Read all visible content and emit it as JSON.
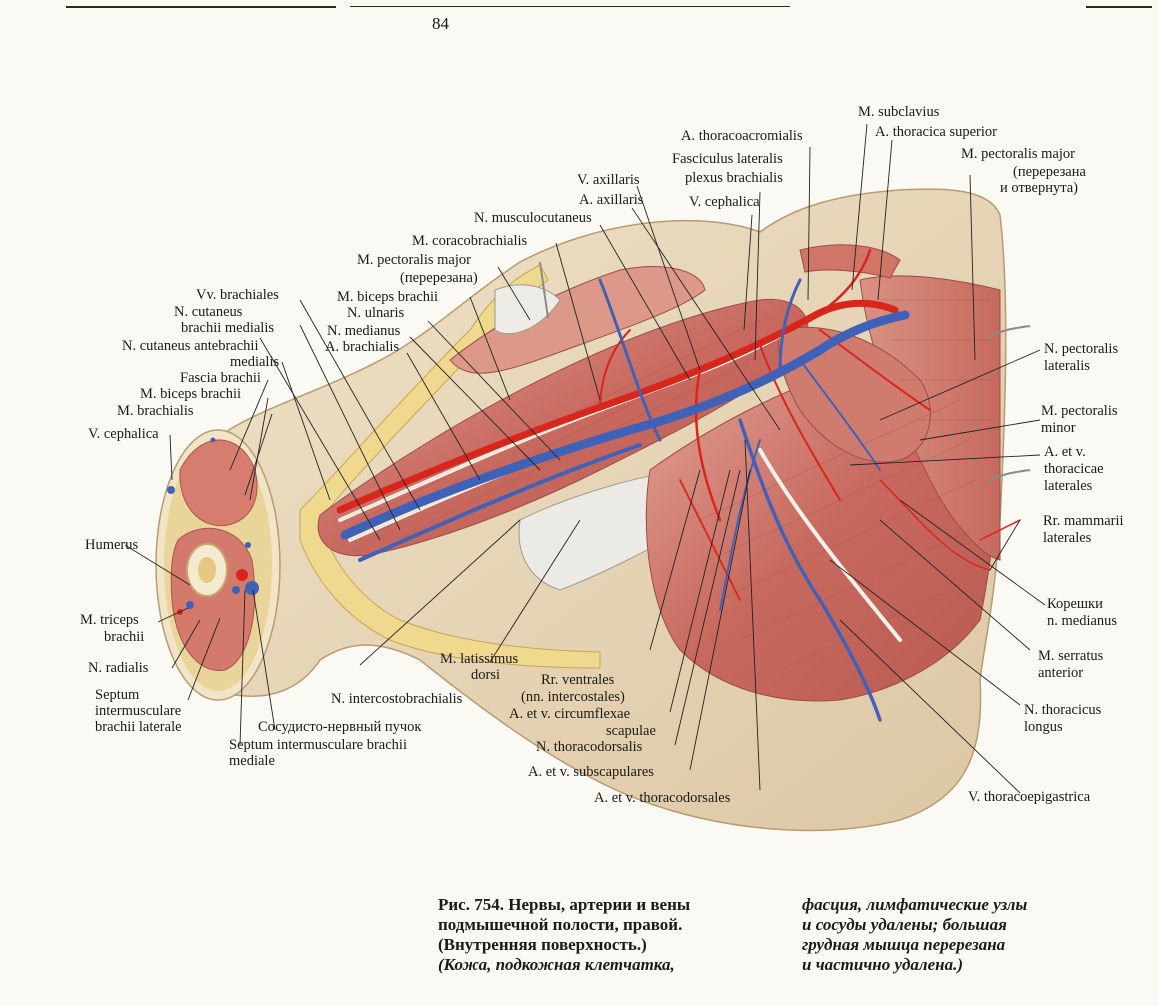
{
  "page": {
    "number": "84"
  },
  "labels": {
    "m_subclavius": "M. subclavius",
    "a_thoracoacromialis": "A. thoracoacromialis",
    "a_thoracica_superior": "A. thoracica superior",
    "m_pectoralis_major_right": "M. pectoralis major",
    "pect_major_note_1": "(перерезана",
    "pect_major_note_2": "и отвернута)",
    "fasciculus_lateralis": "Fasciculus lateralis",
    "plexus_brachialis": "plexus brachialis",
    "v_axillaris": "V. axillaris",
    "a_axillaris": "A. axillaris",
    "v_cephalica_top": "V. cephalica",
    "n_musculocutaneus": "N. musculocutaneus",
    "m_coracobrachialis": "M. coracobrachialis",
    "m_pectoralis_major_left": "M. pectoralis major",
    "pect_major_cut": "(перерезана)",
    "m_biceps_brachii_top": "M. biceps brachii",
    "n_ulnaris": "N. ulnaris",
    "n_medianus": "N. medianus",
    "a_brachialis": "A. brachialis",
    "vv_brachiales": "Vv. brachiales",
    "n_cut_brachii_1": "N. cutaneus",
    "n_cut_brachii_2": "brachii medialis",
    "n_cut_antebrachii_1": "N. cutaneus antebrachii",
    "n_cut_antebrachii_2": "medialis",
    "fascia_brachii": "Fascia brachii",
    "m_biceps_brachii_left": "M. biceps brachii",
    "m_brachialis": "M. brachialis",
    "v_cephalica_left": "V. cephalica",
    "humerus": "Humerus",
    "m_triceps_1": "M. triceps",
    "m_triceps_2": "brachii",
    "n_radialis": "N. radialis",
    "septum_lat_1": "Septum",
    "septum_lat_2": "intermusculare",
    "septum_lat_3": "brachii laterale",
    "septum_med_1": "Septum intermusculare brachii",
    "septum_med_2": "mediale",
    "sosud_puchok": "Сосудисто-нервный пучок",
    "n_intercostobrachialis": "N. intercostobrachialis",
    "m_latissimus_1": "M. latissimus",
    "m_latissimus_2": "dorsi",
    "rr_ventrales_1": "Rr. ventrales",
    "rr_ventrales_2": "(nn. intercostales)",
    "circumflexae_1": "A. et v. circumflexae",
    "circumflexae_2": "scapulae",
    "n_thoracodorsalis": "N. thoracodorsalis",
    "subscapulares": "A. et  v. subscapulares",
    "thoracodorsales": "A. et v. thoracodorsales",
    "v_thoracoepigastrica": "V. thoracoepigastrica",
    "n_thoracicus_1": "N. thoracicus",
    "n_thoracicus_2": "longus",
    "m_serratus_1": "M. serratus",
    "m_serratus_2": "anterior",
    "koreshki_1": "Корешки",
    "koreshki_2": "n. medianus",
    "rr_mammarii_1": "Rr. mammarii",
    "rr_mammarii_2": "laterales",
    "thoracicae_1": "A. et v.",
    "thoracicae_2": "thoracicae",
    "thoracicae_3": "laterales",
    "m_pect_minor_1": "M. pectoralis",
    "m_pect_minor_2": "minor",
    "n_pect_lat_1": "N. pectoralis",
    "n_pect_lat_2": "lateralis"
  },
  "caption": {
    "figure_label": "Рис.  754.",
    "title_1": "Нервы, артерии и вены",
    "title_2": "подмышечной полости, правой.",
    "title_3": "(Внутренняя поверхность.)",
    "title_4": "(Кожа, подкожная клетчатка,",
    "col2_1": "фасция, лимфатические узлы",
    "col2_2": "и сосуды удалены; большая",
    "col2_3": "грудная  мышца  перерезана",
    "col2_4": "и частично удалена.)"
  },
  "colors": {
    "skin": "#e9d9bd",
    "skin_edge": "#b99b72",
    "fat": "#efd98f",
    "muscle": "#c9706a",
    "muscle_light": "#e3a99b",
    "tendon": "#eceae4",
    "artery": "#d8261c",
    "vein": "#3f62b8",
    "nerve": "#f4f1e6",
    "leader": "#222222"
  }
}
